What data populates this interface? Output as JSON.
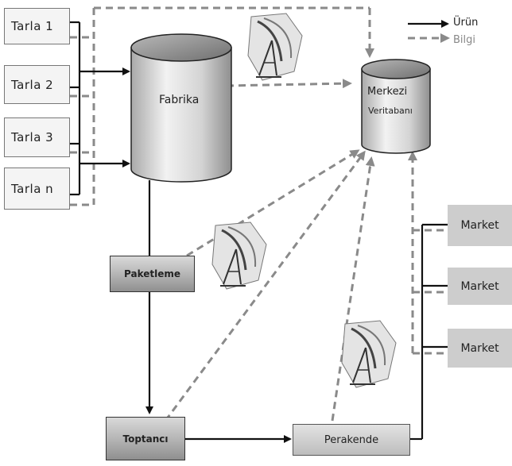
{
  "legend": {
    "product": "Ürün",
    "info": "Bilgi"
  },
  "fields": [
    "Tarla 1",
    "Tarla 2",
    "Tarla 3",
    "Tarla n"
  ],
  "factory": "Fabrika",
  "central_db": {
    "line1": "Merkezi",
    "line2": "Veritabanı"
  },
  "packaging": "Paketleme",
  "wholesaler": "Toptancı",
  "retailer": "Perakende",
  "markets": [
    "Market",
    "Market",
    "Market"
  ],
  "colors": {
    "product_arrow": "#111111",
    "info_arrow": "#8a8a8a",
    "market_fill": "#cdcdcd"
  }
}
